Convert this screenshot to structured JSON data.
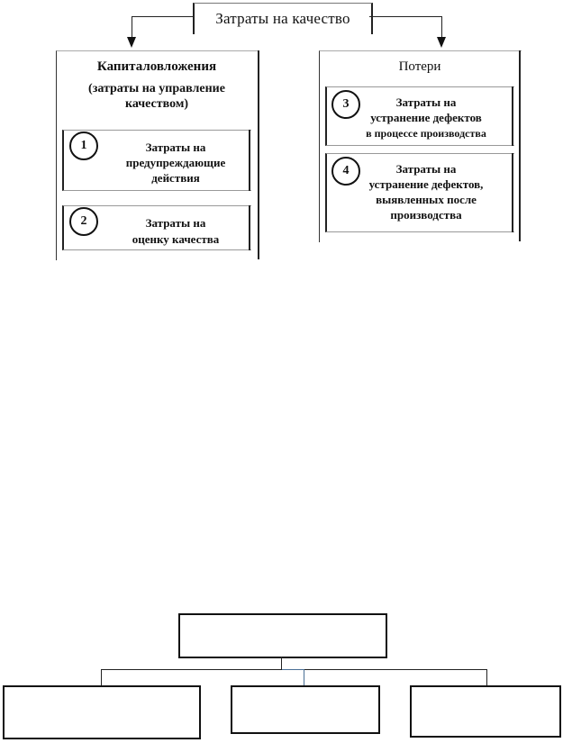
{
  "diagram": {
    "title": "Затраты на качество",
    "left_group": {
      "title": "Капиталовложения",
      "subtitle_line1": "(затраты на управление",
      "subtitle_line2": "качеством)",
      "items": [
        {
          "number": "1",
          "line1": "Затраты на",
          "line2": "предупреждающие",
          "line3": "действия"
        },
        {
          "number": "2",
          "line1": "Затраты на",
          "line2": "оценку качества"
        }
      ]
    },
    "right_group": {
      "title": "Потери",
      "items": [
        {
          "number": "3",
          "line1": "Затраты на",
          "line2": "устранение дефектов",
          "line3": "в процессе производства"
        },
        {
          "number": "4",
          "line1": "Затраты на",
          "line2": "устранение дефектов,",
          "line3": "выявленных после",
          "line4": "производства"
        }
      ]
    }
  },
  "org_chart": {
    "top": "",
    "children": [
      "",
      "",
      ""
    ],
    "connector_color": "#4a6f96"
  }
}
